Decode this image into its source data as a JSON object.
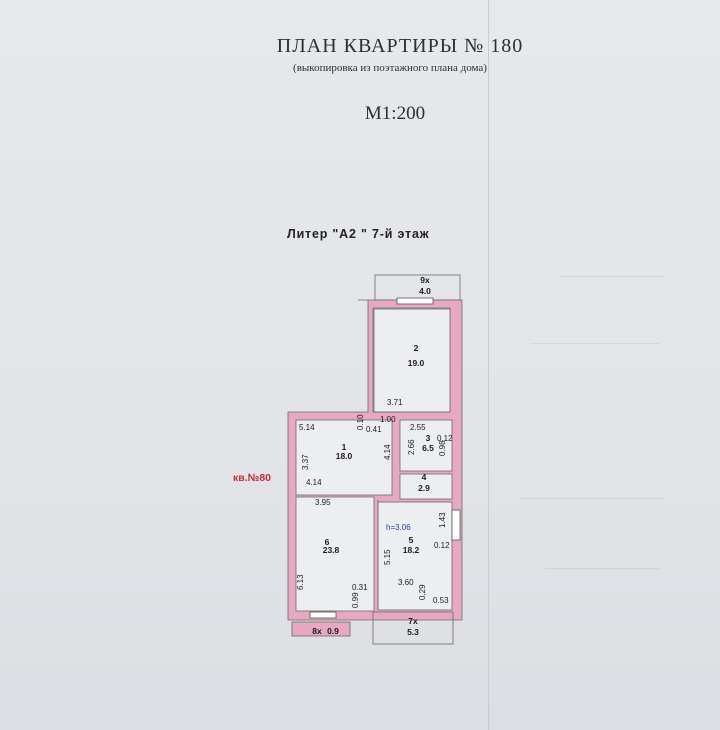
{
  "header": {
    "title": "ПЛАН КВАРТИРЫ № 180",
    "subtitle": "(выкопировка из поэтажного плана дома)",
    "scale": "М1:200",
    "floor_label": "Литер \"А2 \" 7-й этаж"
  },
  "apartment_label": "кв.№80",
  "rooms": [
    {
      "id": "9x",
      "area": "4.0"
    },
    {
      "id": "2",
      "area": "19.0"
    },
    {
      "id": "1",
      "area": "18.0"
    },
    {
      "id": "3",
      "area": "6.5"
    },
    {
      "id": "4",
      "area": "2.9"
    },
    {
      "id": "6",
      "area": "23.8"
    },
    {
      "id": "5",
      "area": "18.2"
    },
    {
      "id": "7x",
      "area": "5.3"
    },
    {
      "id": "8x",
      "area": "0.9"
    }
  ],
  "dimensions": {
    "d_371": "3.71",
    "d_100": "1.00",
    "d_514": "5.14",
    "d_010": "0.10",
    "d_041": "0.41",
    "d_255": "2.55",
    "d_012a": "0.12",
    "d_337": "3.37",
    "d_414a": "4.14",
    "d_266": "2.66",
    "d_098": "0.98",
    "d_414b": "4.14",
    "d_395": "3.95",
    "d_h": "h=3.06",
    "d_143": "1.43",
    "d_515": "5.15",
    "d_012b": "0.12",
    "d_613": "6.13",
    "d_031": "0.31",
    "d_099": "0.99",
    "d_360": "3.60",
    "d_029": "0.29",
    "d_053": "0.53"
  },
  "colors": {
    "wall": "#e7a9c0",
    "wall_stroke": "#6a6a6a",
    "label": "#1c1c1c",
    "apartment": "#c0313b",
    "height": "#2c3fa3"
  }
}
